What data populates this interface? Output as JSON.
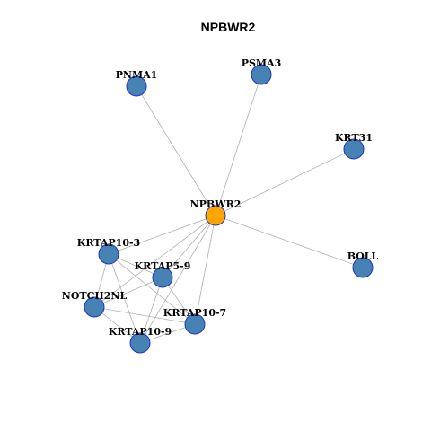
{
  "title": "NPBWR2",
  "colors": {
    "hub_fill": "#FFA500",
    "node_fill": "#4682B4",
    "node_stroke": "#1f33c8",
    "edge": "#b0b0b0"
  },
  "nodes": [
    {
      "id": "NPBWR2",
      "label": "NPBWR2",
      "hub": true
    },
    {
      "id": "PNMA1",
      "label": "PNMA1"
    },
    {
      "id": "PSMA3",
      "label": "PSMA3"
    },
    {
      "id": "KRT31",
      "label": "KRT31"
    },
    {
      "id": "BOLL",
      "label": "BOLL"
    },
    {
      "id": "KRTAP10-3",
      "label": "KRTAP10-3"
    },
    {
      "id": "KRTAP5-9",
      "label": "KRTAP5-9"
    },
    {
      "id": "NOTCH2NL",
      "label": "NOTCH2NL"
    },
    {
      "id": "KRTAP10-7",
      "label": "KRTAP10-7"
    },
    {
      "id": "KRTAP10-9",
      "label": "KRTAP10-9"
    }
  ],
  "edges": [
    [
      "NPBWR2",
      "PNMA1"
    ],
    [
      "NPBWR2",
      "PSMA3"
    ],
    [
      "NPBWR2",
      "KRT31"
    ],
    [
      "NPBWR2",
      "BOLL"
    ],
    [
      "NPBWR2",
      "KRTAP10-3"
    ],
    [
      "NPBWR2",
      "KRTAP5-9"
    ],
    [
      "NPBWR2",
      "NOTCH2NL"
    ],
    [
      "NPBWR2",
      "KRTAP10-7"
    ],
    [
      "NPBWR2",
      "KRTAP10-9"
    ],
    [
      "KRTAP10-3",
      "KRTAP5-9"
    ],
    [
      "KRTAP10-3",
      "NOTCH2NL"
    ],
    [
      "KRTAP10-3",
      "KRTAP10-7"
    ],
    [
      "KRTAP10-3",
      "KRTAP10-9"
    ],
    [
      "KRTAP5-9",
      "NOTCH2NL"
    ],
    [
      "KRTAP5-9",
      "KRTAP10-7"
    ],
    [
      "KRTAP5-9",
      "KRTAP10-9"
    ],
    [
      "NOTCH2NL",
      "KRTAP10-7"
    ],
    [
      "NOTCH2NL",
      "KRTAP10-9"
    ],
    [
      "KRTAP10-7",
      "KRTAP10-9"
    ]
  ]
}
